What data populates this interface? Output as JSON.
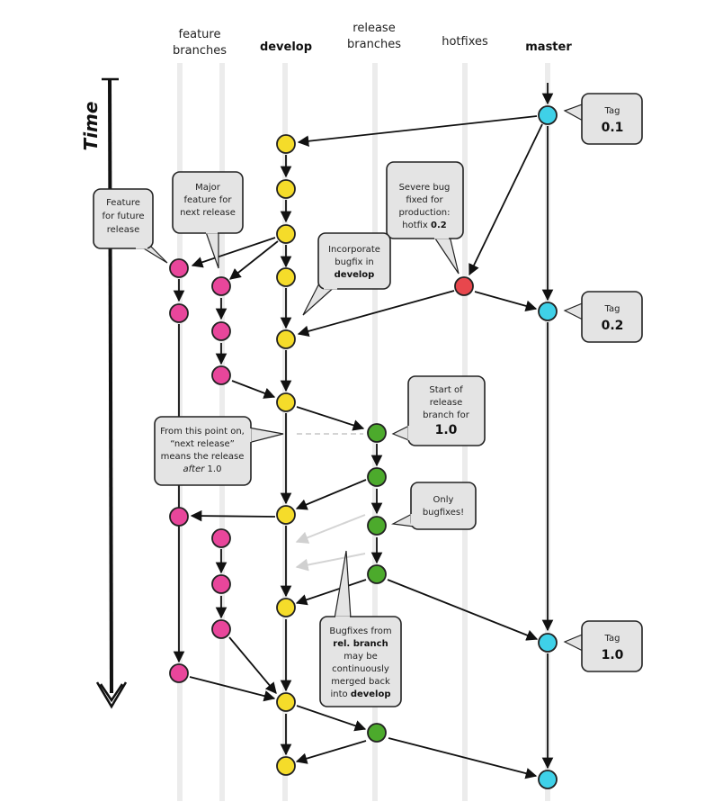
{
  "headers": {
    "feature_line1": "feature",
    "feature_line2": "branches",
    "develop": "develop",
    "release_line1": "release",
    "release_line2": "branches",
    "hotfixes": "hotfixes",
    "master": "master"
  },
  "time_label": "Time",
  "colors": {
    "feature": "#e8469b",
    "develop": "#f5dc2a",
    "release": "#4caa2c",
    "hotfix": "#e8474d",
    "master": "#3fd1e8",
    "lane": "#e6e6e6",
    "callout_fill": "#e6e6e6",
    "arrow": "#111111",
    "merge_back": "#d8d8d8"
  },
  "callouts": {
    "tag01": {
      "line1": "Tag",
      "line2": "0.1"
    },
    "tag02": {
      "line1": "Tag",
      "line2": "0.2"
    },
    "tag10": {
      "line1": "Tag",
      "line2": "1.0"
    },
    "feature_future": {
      "line1": "Feature",
      "line2": "for future",
      "line3": "release"
    },
    "major_feature": {
      "line1": "Major",
      "line2": "feature for",
      "line3": "next release"
    },
    "severe_bug": {
      "line1": "Severe bug",
      "line2": "fixed for",
      "line3": "production:",
      "line4a": "hotfix ",
      "line4b": "0.2"
    },
    "incorporate": {
      "line1": "Incorporate",
      "line2": "bugfix in",
      "line3": "develop"
    },
    "start_release": {
      "line1": "Start of",
      "line2": "release",
      "line3": "branch for",
      "line4": "1.0"
    },
    "from_this_point": {
      "line1": "From this point on,",
      "line2": "“next release”",
      "line3": "means the release",
      "line4a": "after",
      "line4b": " 1.0"
    },
    "only_bugfixes": {
      "line1": "Only",
      "line2": "bugfixes!"
    },
    "bugfixes_from": {
      "line1": "Bugfixes from",
      "line2": "rel. branch",
      "line3": "may be",
      "line4": "continuously",
      "line5": "merged back",
      "line6": "into ",
      "line6b": "develop"
    }
  }
}
